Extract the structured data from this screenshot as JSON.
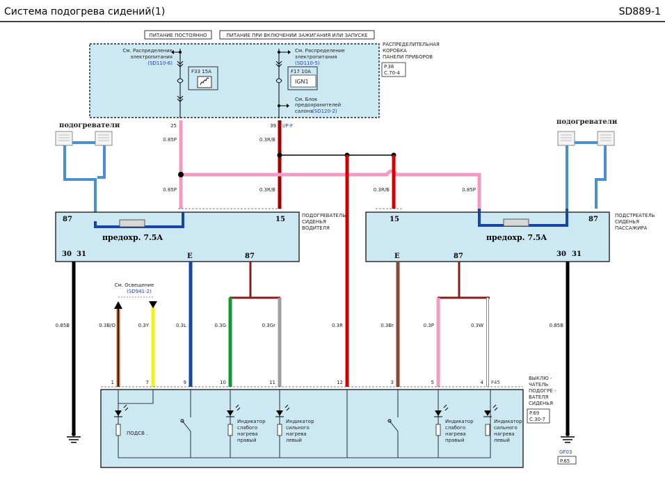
{
  "header": {
    "title": "Система  подогрева сидений(1)",
    "code": "SD889-1"
  },
  "top_labels": {
    "constant": "ПИТАНИЕ  ПОСТОЯННО",
    "ignition": "ПИТАНИЕ  ПРИ ВКЛЮЧЕНИИ  ЗАЖИГАНИЯ  ИЛИ ЗАПУСКЕ"
  },
  "fuse_box": {
    "name_lines": [
      "РАСПРЕДЕЛИТЕЛЬНАЯ",
      "КОРОБКА",
      "ПАНЕЛИ  ПРИБОРОВ"
    ],
    "ref_lines": [
      "P.38",
      "C.70-4"
    ],
    "left_see_lines": [
      "См. Распределение",
      "электропитания"
    ],
    "left_ref": "(SD110-6)",
    "right_see_lines": [
      "См. Распределение",
      "электропитания"
    ],
    "right_ref": "(SD110-5)",
    "fuse_left": "F33  15A",
    "fuse_right": "F17  10A",
    "ign": "IGN1",
    "block_see_lines": [
      "См. Блок",
      "предохранителей",
      "салона"
    ],
    "block_ref": "(SD120-2)",
    "pin_left": "25",
    "pin_right": "39",
    "conn": "I/P-F"
  },
  "heaters": {
    "left": "подогреватели",
    "right": "подогреватели"
  },
  "wires": {
    "pink_top": "0.85P",
    "red_top": "0.3R/B",
    "pink_mid": "0.85P",
    "red_mid": "0.3R/B",
    "red_right": "0.3R/B",
    "pink_right": "0.85P",
    "black_left": "0.85B",
    "orange": "0.3B/O",
    "yellow": "0.3Y",
    "blue": "0.3L",
    "green": "0.3G",
    "gray": "0.3Gr",
    "red_center": "0.3R",
    "brown": "0.3Br",
    "pink_bot": "0.3P",
    "white": "0.3W",
    "black_right": "0.85B"
  },
  "driver_module": {
    "name_lines": [
      "ПОДОГРЕВАТЕЛЬ",
      "СИДЕНЬЯ",
      "ВОДИТЕЛЯ"
    ],
    "fuse": "предохр. 7.5A",
    "pin_87_top": "87",
    "pin_15": "15",
    "pin_30": "30",
    "pin_31": "31",
    "pin_E": "E",
    "pin_87_bot": "87"
  },
  "passenger_module": {
    "name_lines": [
      "ПОДСТРЕАТЕЛЬ",
      "СИДЕНЬЯ",
      "ПАССАЖИРА"
    ],
    "fuse": "предохр. 7.5A",
    "pin_15": "15",
    "pin_87_top": "87",
    "pin_30": "30",
    "pin_31": "31",
    "pin_E": "E",
    "pin_87_bot": "87"
  },
  "lighting": {
    "see": "См. Освещение",
    "ref": "(SD941-2)"
  },
  "switch_panel": {
    "name_lines": [
      "ВЫКЛЮ -",
      "ЧАТЕЛЬ",
      "ПОДОГРЕ -",
      "ВАТЕЛЯ",
      "СИДЕНЬЯ"
    ],
    "ref_lines": [
      "P.69",
      "C.30-7"
    ],
    "conn": "F45",
    "pins": [
      "1",
      "7",
      "9",
      "10",
      "11",
      "12",
      "3",
      "5",
      "4"
    ],
    "backlight": "ПОДСВ .",
    "ind_weak_right": [
      "Индикатор",
      "слабого",
      "нагрева",
      "правый"
    ],
    "ind_strong_left": [
      "Индикатор",
      "сильного",
      "нагрева",
      "левый"
    ],
    "ind_weak_right2": [
      "Индикатор",
      "слабого",
      "нагрева",
      "правый"
    ],
    "ind_strong_left2": [
      "Индикатор",
      "сильного",
      "нагрева",
      "левый"
    ]
  },
  "ground": {
    "label": "GF03",
    "ref": "P.65"
  },
  "colors": {
    "pink": "#f09ac4",
    "red": "#d40000",
    "darkred": "#a30000",
    "blue": "#1545a6",
    "lightblue": "#4c8fd0",
    "green": "#119933",
    "gray": "#a0a0a0",
    "brown": "#8b4a33",
    "yellow": "#f2f21a",
    "orange": "#c8691a",
    "panel": "#cce8f2"
  }
}
